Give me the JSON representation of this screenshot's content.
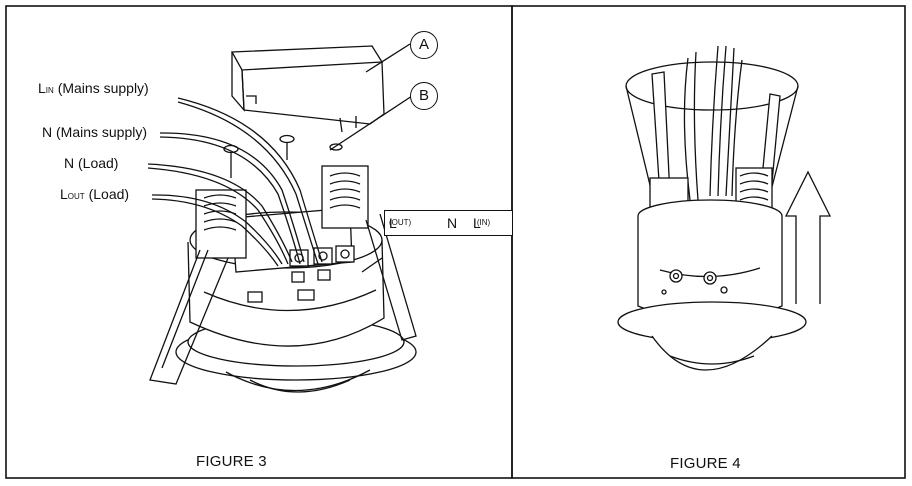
{
  "figures": [
    {
      "caption": "FIGURE 3",
      "labels": {
        "lin_main": "L",
        "lin_sub": "IN",
        "lin_text": "(Mains supply)",
        "n_mains": "N (Mains supply)",
        "n_load": "N (Load)",
        "lout_main": "L",
        "lout_sub": "OUT",
        "lout_text": "(Load)"
      },
      "callouts": [
        "A",
        "B"
      ],
      "terminal_box": {
        "lout_main": "L",
        "lout_sub": "(OUT)",
        "n": "N",
        "lin_main": "L",
        "lin_sub": "(IN)"
      }
    },
    {
      "caption": "FIGURE 4"
    }
  ]
}
